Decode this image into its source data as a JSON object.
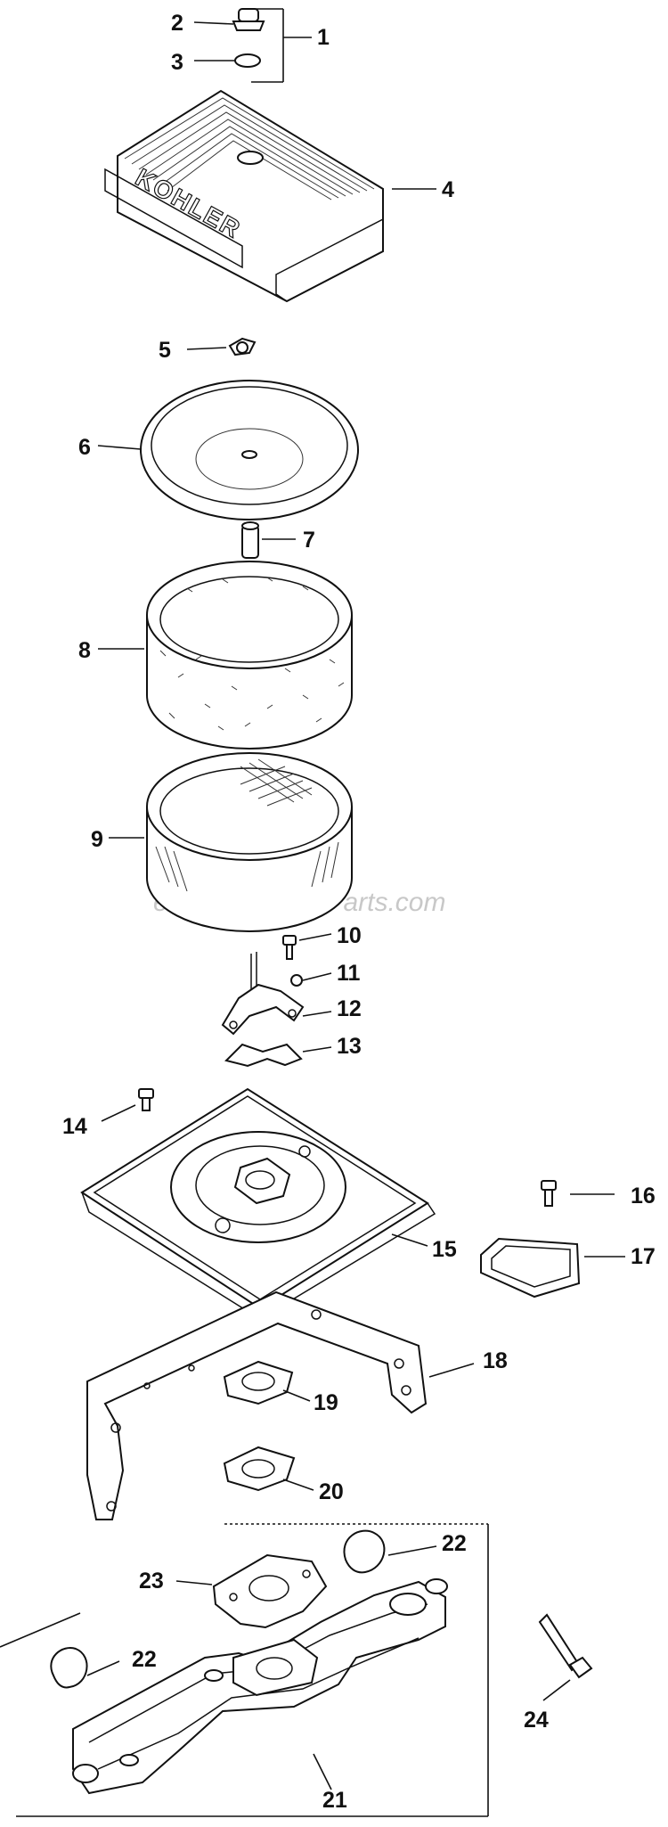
{
  "watermark": "eReplacementParts.com",
  "brand_logo": "KOHLER",
  "callouts": [
    {
      "id": "1",
      "label": "1"
    },
    {
      "id": "2",
      "label": "2"
    },
    {
      "id": "3",
      "label": "3"
    },
    {
      "id": "4",
      "label": "4"
    },
    {
      "id": "5",
      "label": "5"
    },
    {
      "id": "6",
      "label": "6"
    },
    {
      "id": "7",
      "label": "7"
    },
    {
      "id": "8",
      "label": "8"
    },
    {
      "id": "9",
      "label": "9"
    },
    {
      "id": "10",
      "label": "10"
    },
    {
      "id": "11",
      "label": "11"
    },
    {
      "id": "12",
      "label": "12"
    },
    {
      "id": "13",
      "label": "13"
    },
    {
      "id": "14",
      "label": "14"
    },
    {
      "id": "15",
      "label": "15"
    },
    {
      "id": "16",
      "label": "16"
    },
    {
      "id": "17",
      "label": "17"
    },
    {
      "id": "18",
      "label": "18"
    },
    {
      "id": "19",
      "label": "19"
    },
    {
      "id": "20",
      "label": "20"
    },
    {
      "id": "21",
      "label": "21"
    },
    {
      "id": "22a",
      "label": "22"
    },
    {
      "id": "22b",
      "label": "22"
    },
    {
      "id": "23",
      "label": "23"
    },
    {
      "id": "24",
      "label": "24"
    }
  ]
}
